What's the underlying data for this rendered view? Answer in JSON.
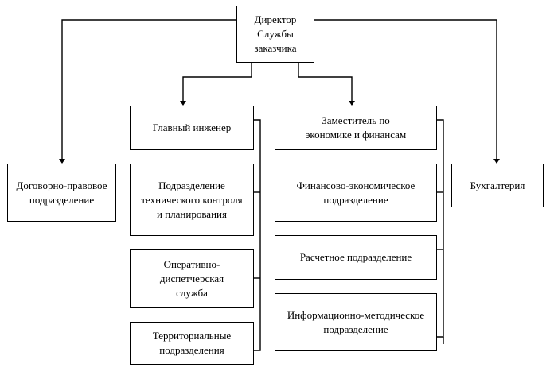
{
  "diagram": {
    "title": "Организационная структура Службы заказчика",
    "nodes": {
      "director": "Директор\nСлужбы\nзаказчика",
      "legal": "Договорно-правовое\nподразделение",
      "chief_engineer": "Главный инженер",
      "tech_control": "Подразделение\nтехнического контроля\nи  планирования",
      "dispatch": "Оперативно-\nдиспетчерская\nслужба",
      "territorial": "Территориальные\nподразделения",
      "deputy_econ": "Заместитель по\nэкономике и финансам",
      "fin_econ": "Финансово-экономическое\nподразделение",
      "settlement": "Расчетное подразделение",
      "info_method": "Информационно-методическое\nподразделение",
      "accounting": "Бухгалтерия"
    },
    "edges": [
      {
        "from": "director",
        "to": "legal",
        "type": "arrow"
      },
      {
        "from": "director",
        "to": "accounting",
        "type": "arrow"
      },
      {
        "from": "director",
        "to": "chief_engineer",
        "type": "arrow"
      },
      {
        "from": "director",
        "to": "deputy_econ",
        "type": "arrow"
      },
      {
        "from": "chief_engineer",
        "to": "tech_control",
        "type": "bracket"
      },
      {
        "from": "chief_engineer",
        "to": "dispatch",
        "type": "bracket"
      },
      {
        "from": "chief_engineer",
        "to": "territorial",
        "type": "bracket"
      },
      {
        "from": "deputy_econ",
        "to": "fin_econ",
        "type": "bracket"
      },
      {
        "from": "deputy_econ",
        "to": "settlement",
        "type": "bracket"
      },
      {
        "from": "deputy_econ",
        "to": "info_method",
        "type": "bracket"
      }
    ]
  }
}
